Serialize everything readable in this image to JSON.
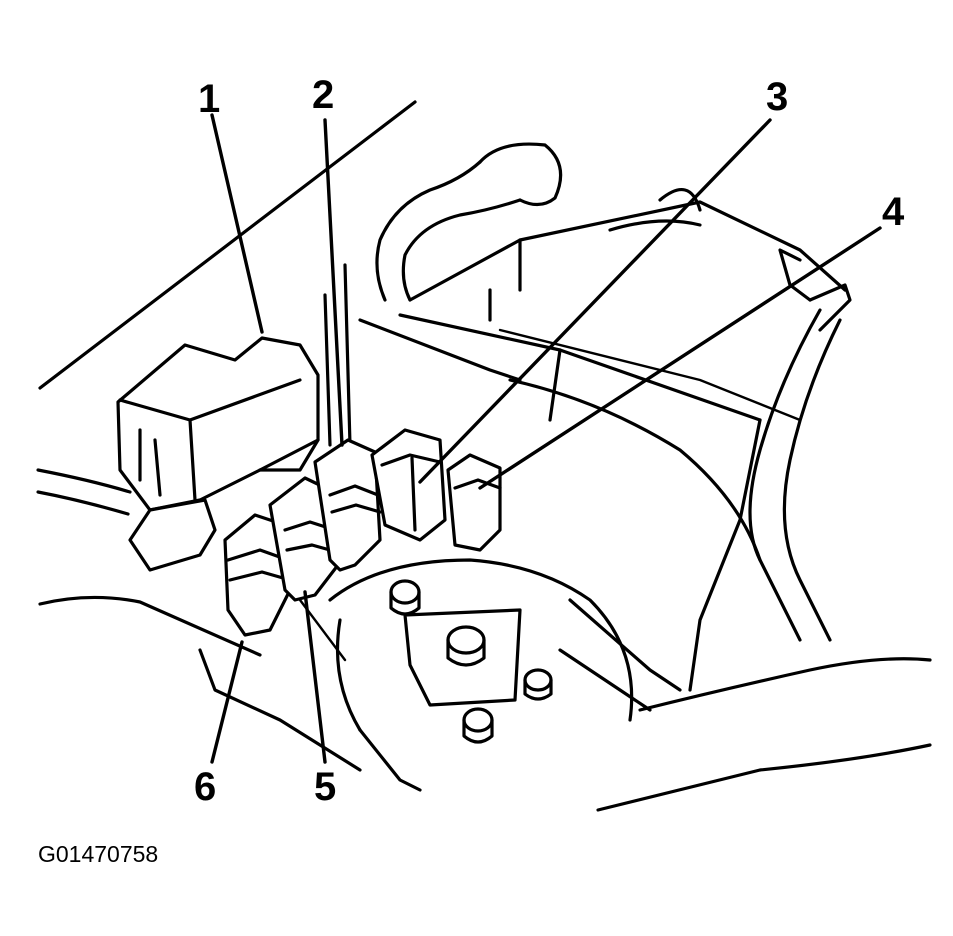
{
  "callouts": {
    "c1": "1",
    "c2": "2",
    "c3": "3",
    "c4": "4",
    "c5": "5",
    "c6": "6"
  },
  "figure_id": "G01470758",
  "icons": [
    "relay-icon",
    "fuse-box-icon",
    "battery-icon",
    "strut-tower-icon",
    "wiring-harness-icon"
  ]
}
